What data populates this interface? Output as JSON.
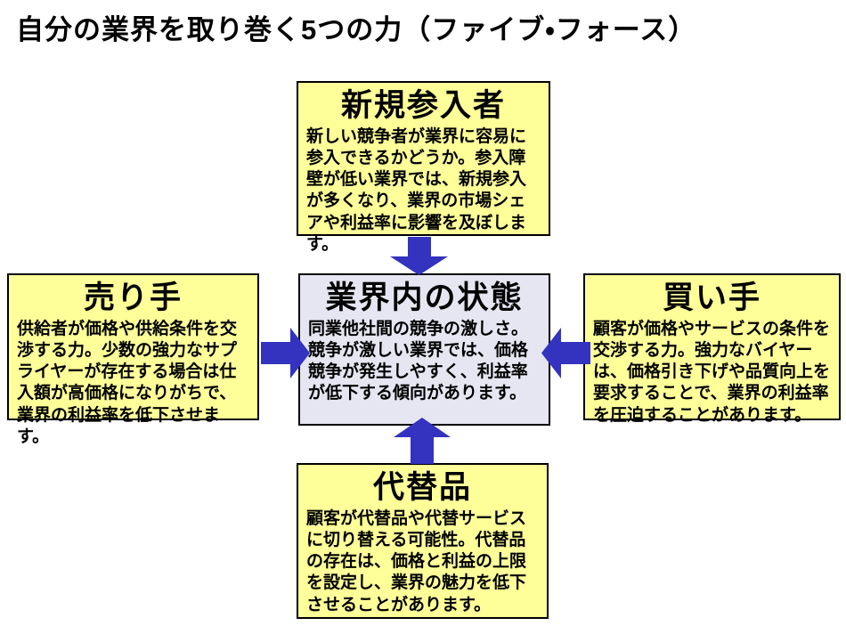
{
  "title": "自分の業界を取り巻く5つの力（ファイブ・フォース）",
  "colors": {
    "background": "#FFFFFF",
    "box_yellow": "#FFFF99",
    "box_lavender": "#E6E6F2",
    "arrow_blue": "#3333C0",
    "border_black": "#000000",
    "text": "#000000"
  },
  "boxes": {
    "new_entrants": {
      "heading": "新規参入者",
      "body": "新しい競争者が業界に容易に参入できるかどうか。参入障壁が低い業界では、新規参入が多くなり、業界の市場シェアや利益率に影響を及ぼします。"
    },
    "suppliers": {
      "heading": "売り手",
      "body": "供給者が価格や供給条件を交渉する力。少数の強力なサプライヤーが存在する場合は仕入額が高価格になりがちで、業界の利益率を低下させます。"
    },
    "industry": {
      "heading": "業界内の状態",
      "body": "同業他社間の競争の激しさ。競争が激しい業界では、価格競争が発生しやすく、利益率が低下する傾向があります。"
    },
    "buyers": {
      "heading": "買い手",
      "body": "顧客が価格やサービスの条件を交渉する力。強力なバイヤーは、価格引き下げや品質向上を要求することで、業界の利益率を圧迫することがあります。"
    },
    "substitutes": {
      "heading": "代替品",
      "body": "顧客が代替品や代替サービスに切り替える可能性。代替品の存在は、価格と利益の上限を設定し、業界の魅力を低下させることがあります。"
    }
  },
  "arrows": {
    "from_new_entrants": "down",
    "from_suppliers": "right",
    "from_buyers": "left",
    "from_substitutes": "up"
  }
}
